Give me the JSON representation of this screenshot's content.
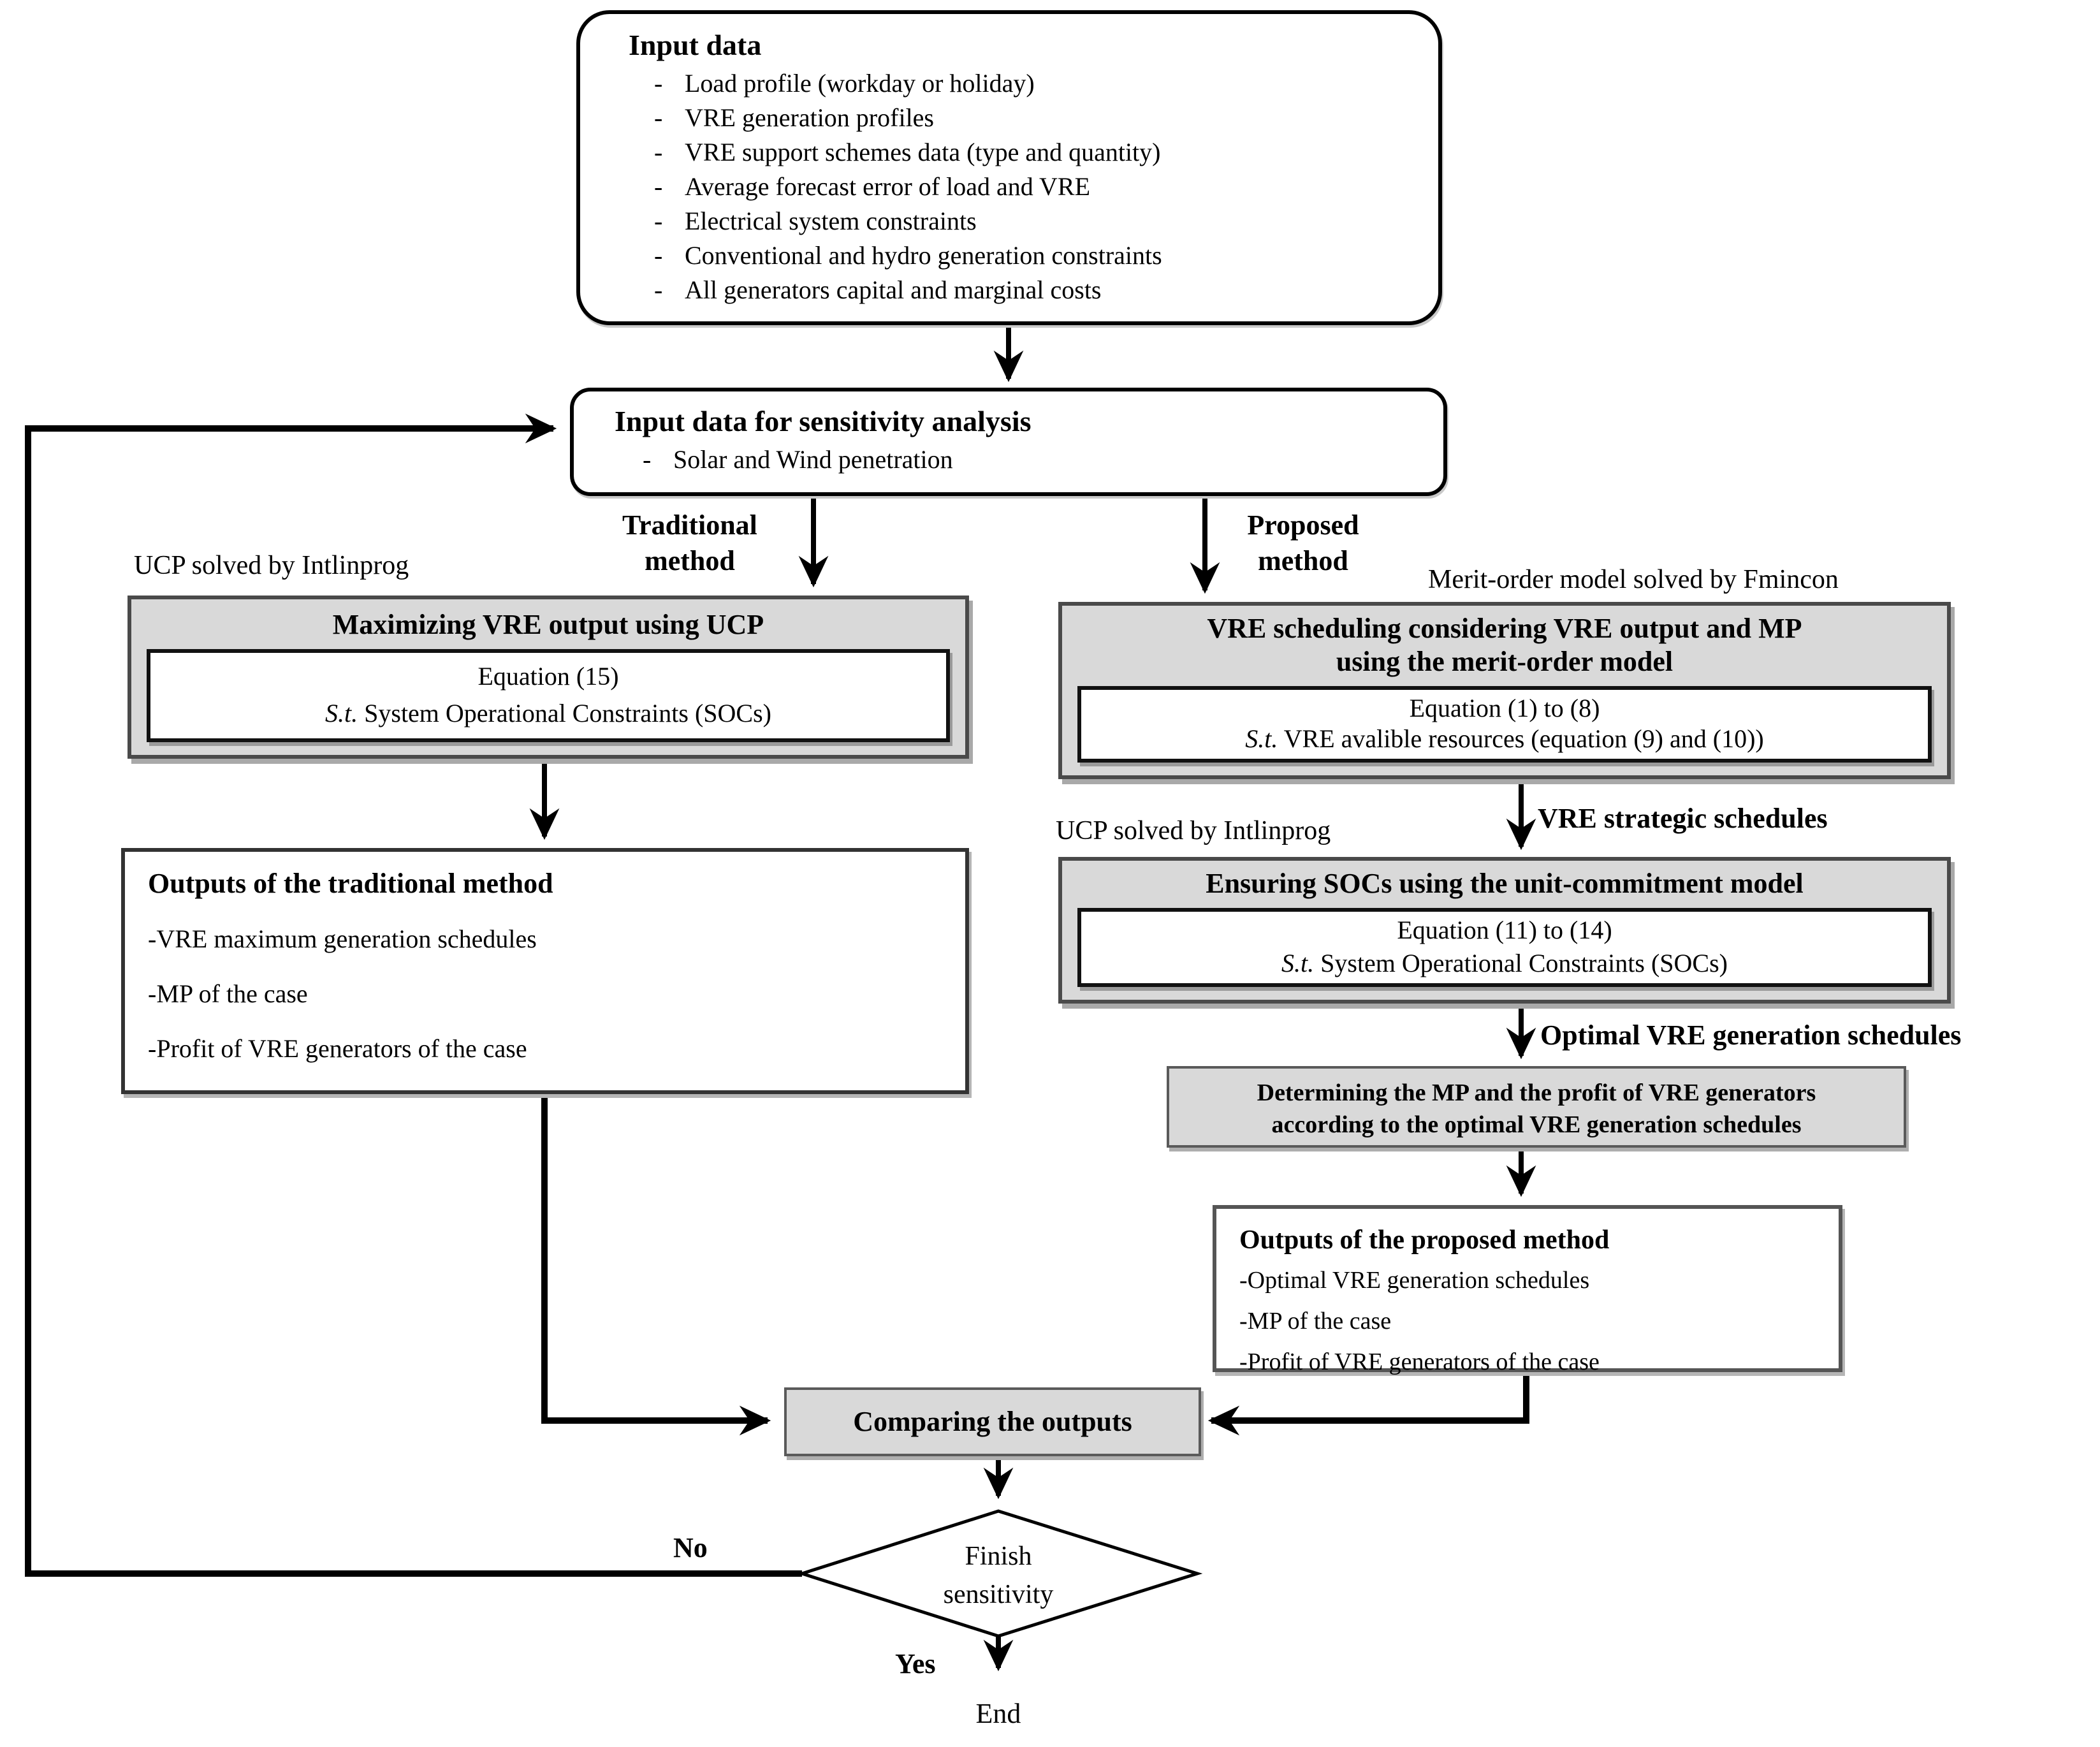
{
  "figure": {
    "input_data": {
      "title": "Input data",
      "bullet": "-",
      "items": [
        "Load profile (workday or holiday)",
        "VRE generation profiles",
        "VRE support schemes data (type and quantity)",
        "Average forecast error of load and VRE",
        "Electrical system constraints",
        "Conventional and hydro generation constraints",
        "All generators capital and marginal costs"
      ]
    },
    "sensitivity_input": {
      "title": "Input data for sensitivity analysis",
      "bullet": "-",
      "item": "Solar and Wind penetration"
    },
    "branches": {
      "left_label": "Traditional method",
      "right_label": "Proposed method"
    },
    "solver_notes": {
      "left": "UCP solved by Intlinprog",
      "right": "Merit-order model solved by Fmincon",
      "middle": "UCP solved by Intlinprog"
    },
    "maximizing_box": {
      "title": "Maximizing VRE output using UCP",
      "equation": "Equation (15)",
      "st": "S.t.",
      "constraint": "System Operational Constraints (SOCs)"
    },
    "scheduling_box": {
      "title_line1": "VRE scheduling considering VRE output and MP",
      "title_line2": "using the merit-order model",
      "equation": "Equation (1) to (8)",
      "st": "S.t.",
      "constraint": "VRE avalible resources (equation (9) and (10))"
    },
    "ensuring_box": {
      "title": "Ensuring SOCs using the unit-commitment model",
      "equation": "Equation (11) to (14)",
      "st": "S.t.",
      "constraint": "System Operational Constraints (SOCs)"
    },
    "flow_labels": {
      "strategic": "VRE strategic schedules",
      "optimal": "Optimal VRE generation schedules"
    },
    "determining_box": {
      "line1": "Determining the MP and the profit of VRE generators",
      "line2": "according to the optimal VRE generation schedules"
    },
    "outputs_traditional": {
      "title": "Outputs of the traditional method",
      "items": [
        "-VRE maximum generation schedules",
        "-MP of the case",
        "-Profit of VRE generators of the case"
      ]
    },
    "outputs_proposed": {
      "title": "Outputs of the proposed method",
      "items": [
        "-Optimal VRE generation schedules",
        "-MP of the case",
        "-Profit of VRE generators of the case"
      ]
    },
    "comparing_box": {
      "title": "Comparing the outputs"
    },
    "decision": {
      "line1": "Finish",
      "line2": "sensitivity",
      "no_label": "No",
      "yes_label": "Yes",
      "end_label": "End"
    },
    "colors": {
      "fill_gray": "#d9d9d9",
      "border_dark": "#4a4a4a",
      "line": "#000000"
    }
  }
}
